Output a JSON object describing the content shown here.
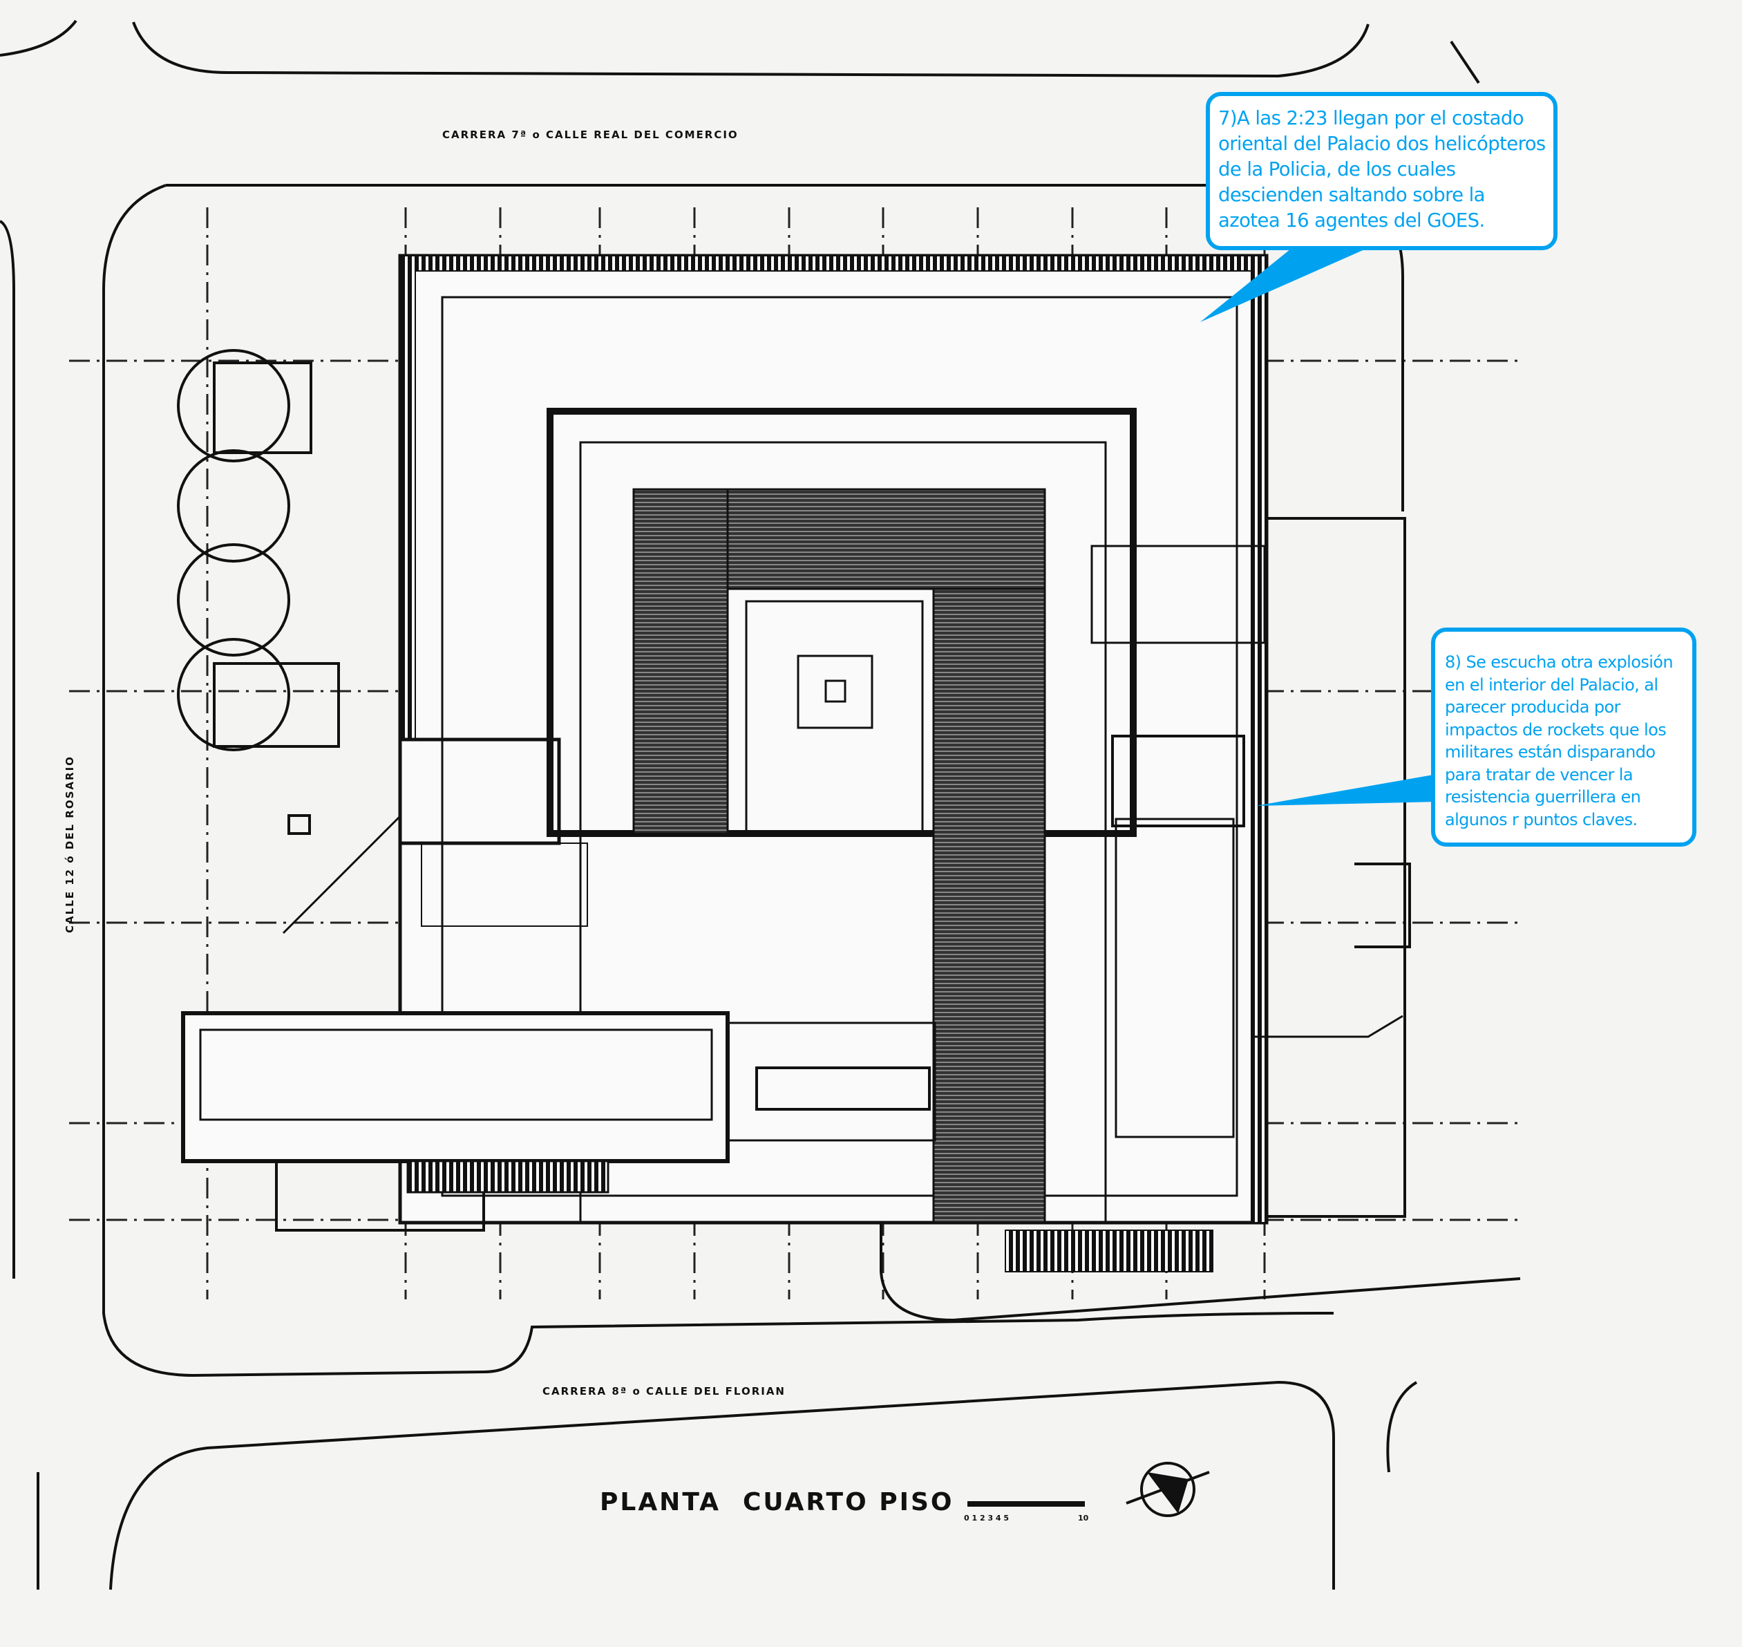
{
  "plan": {
    "title_left": "PLANTA",
    "title_right": "CUARTO PISO",
    "streets": {
      "top": "CARRERA 7ª o CALLE REAL DEL COMERCIO",
      "bottom": "CARRERA 8ª o CALLE DEL FLORIAN",
      "left": "CALLE 12 ó DEL ROSARIO"
    },
    "scale_labels": "0 1 2 3 4 5",
    "scale_end": "10",
    "north_arrow_icon": "compass-north-icon"
  },
  "callouts": [
    {
      "number": "7",
      "text": "7)A las 2:23 llegan por el costado oriental del Palacio dos helicópteros de la Policia, de los cuales descienden saltando sobre la azotea 16 agentes del GOES."
    },
    {
      "number": "8",
      "text": "8) Se escucha otra explosión en el interior del Palacio, al parecer producida por impactos de rockets que los militares están disparando para tratar de vencer la resistencia guerrillera en algunos r puntos claves."
    }
  ],
  "colors": {
    "callout": "#00a2f0",
    "ink": "#111111",
    "paper": "#f4f4f2"
  }
}
